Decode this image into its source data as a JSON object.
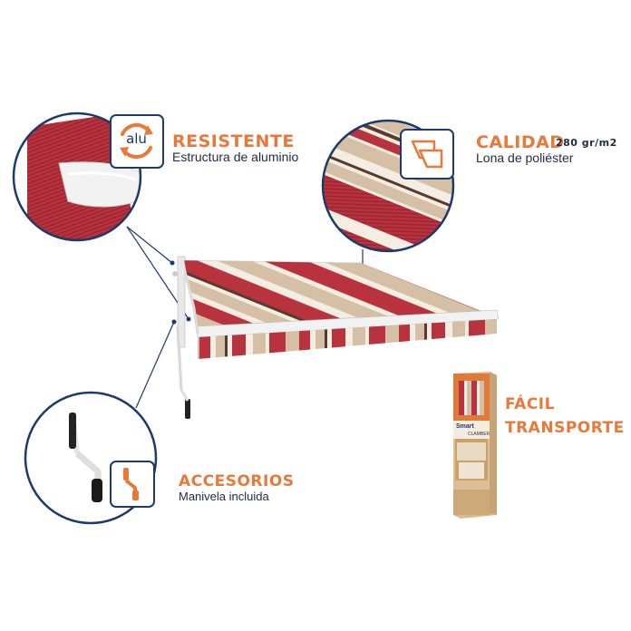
{
  "features": {
    "resistente": {
      "title": "RESISTENTE",
      "subtitle": "Estructura de aluminio",
      "icon": "alu-recycle-icon",
      "icon_text": "alu"
    },
    "calidad": {
      "title": "CALIDAD",
      "weight": "280 gr/m2",
      "subtitle": "Lona de poliéster",
      "icon": "fabric-layers-icon"
    },
    "accesorios": {
      "title": "ACCESORIOS",
      "subtitle": "Manivela incluida",
      "icon": "crank-handle-icon"
    },
    "transporte": {
      "title_line1": "FÁCIL",
      "title_line2": "TRANSPORTE"
    }
  },
  "package": {
    "brand": "Smart",
    "label": "CLAMBER"
  },
  "colors": {
    "accent": "#e8793a",
    "navy": "#1d3a6b",
    "stripe_red": "#b8333e",
    "stripe_beige": "#d6c0a5",
    "stripe_cream": "#f3ede2",
    "stripe_brown": "#5a3a2e"
  }
}
